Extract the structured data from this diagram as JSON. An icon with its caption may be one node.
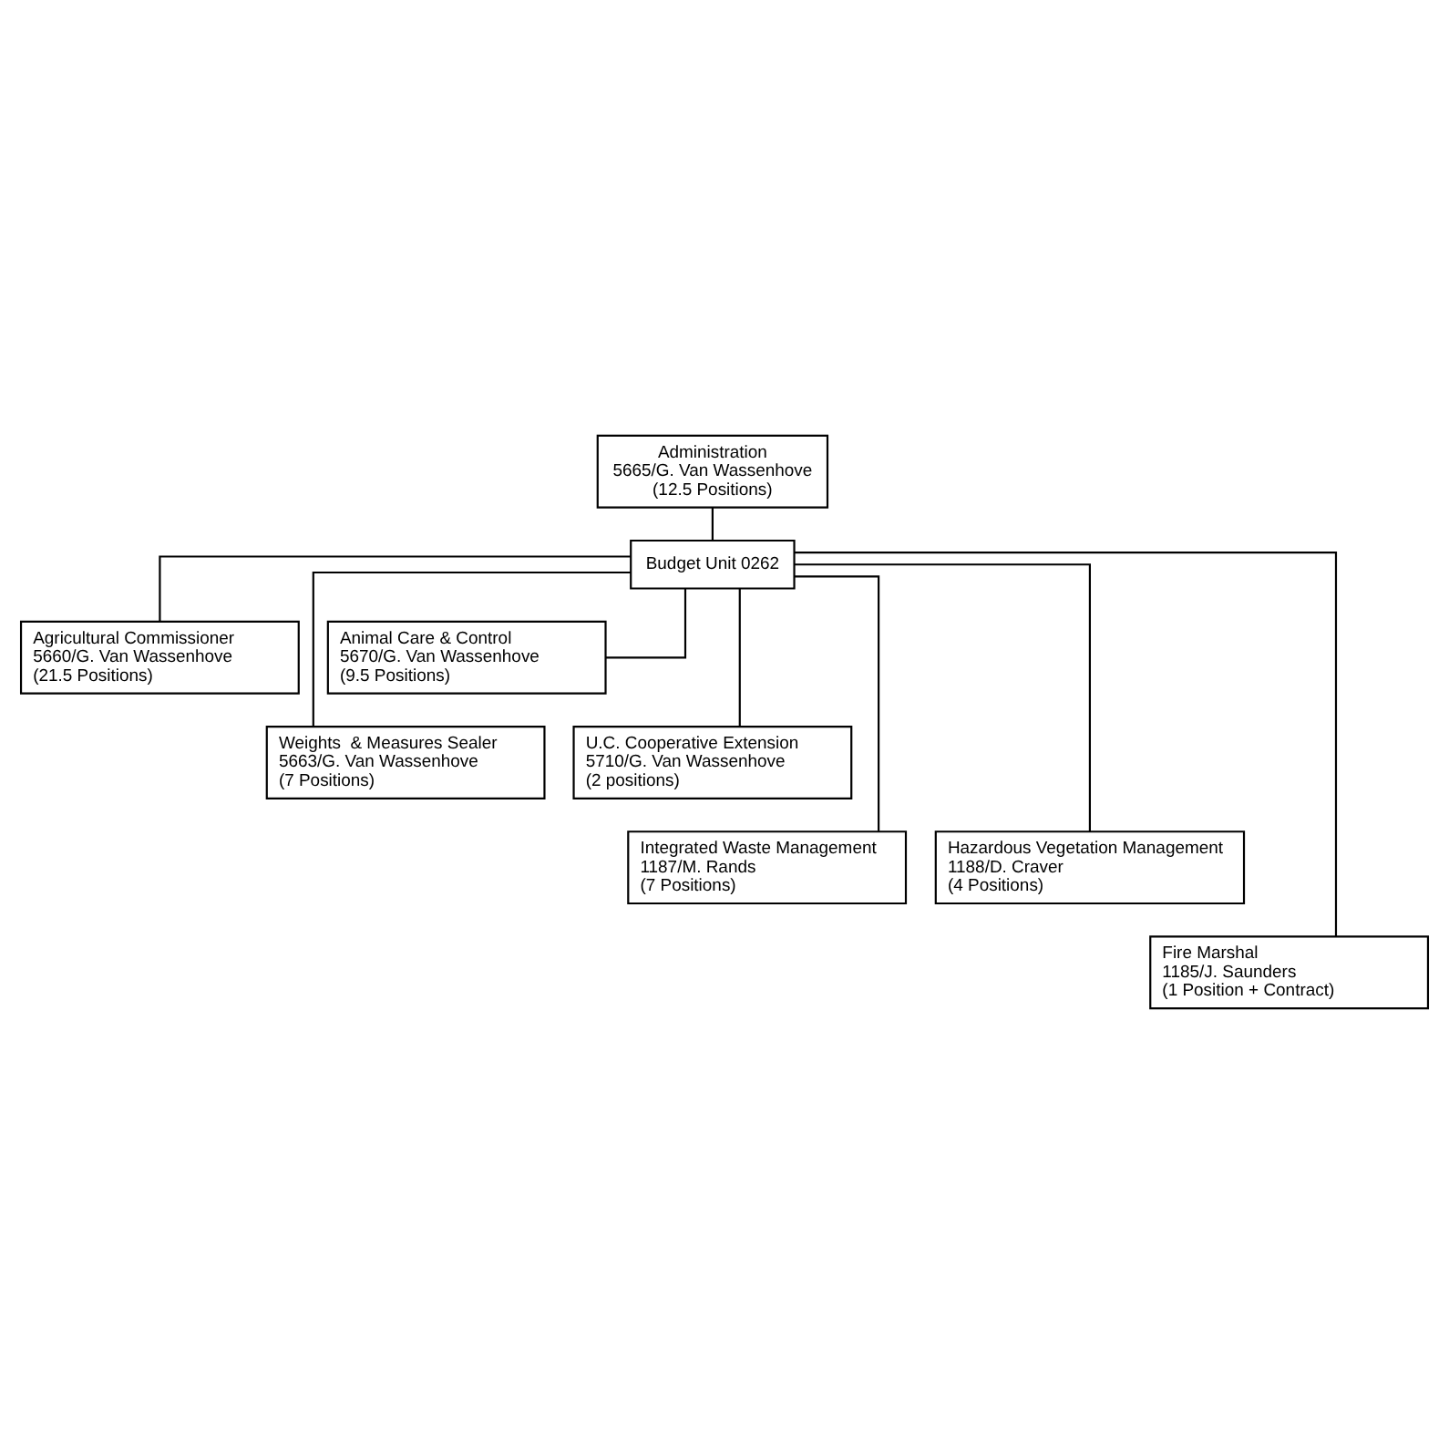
{
  "diagram": {
    "nodes": [
      {
        "text": [
          "Administration",
          "5665/G. Van Wassenhove",
          "(12.5 Positions)"
        ]
      },
      {
        "text": [
          "Budget Unit 0262"
        ]
      },
      {
        "text": [
          "Agricultural Commissioner",
          "5660/G. Van Wassenhove",
          "(21.5 Positions)"
        ]
      },
      {
        "text": [
          "Animal Care & Control",
          "5670/G. Van Wassenhove",
          "(9.5 Positions)"
        ]
      },
      {
        "text": [
          "Weights  & Measures Sealer",
          "5663/G. Van Wassenhove",
          "(7 Positions)"
        ]
      },
      {
        "text": [
          "U.C. Cooperative Extension",
          "5710/G. Van Wassenhove",
          "(2 positions)"
        ]
      },
      {
        "text": [
          "Integrated Waste Management",
          "1187/M. Rands",
          "(7 Positions)"
        ]
      },
      {
        "text": [
          "Hazardous Vegetation Management",
          "1188/D. Craver",
          "(4 Positions)"
        ]
      },
      {
        "text": [
          "Fire Marshal",
          "1185/J. Saunders",
          "(1 Position + Contract)"
        ]
      }
    ],
    "edges": [
      {
        "from": 0,
        "to": 1,
        "arrow": "none"
      },
      {
        "from": 1,
        "to": 2,
        "arrow": "none"
      },
      {
        "from": 1,
        "to": 3,
        "arrow": "none"
      },
      {
        "from": 1,
        "to": 4,
        "arrow": "none"
      },
      {
        "from": 1,
        "to": 5,
        "arrow": "none"
      },
      {
        "from": 1,
        "to": 6,
        "arrow": "none"
      },
      {
        "from": 1,
        "to": 7,
        "arrow": "none"
      },
      {
        "from": 1,
        "to": 8,
        "arrow": "none"
      }
    ]
  }
}
